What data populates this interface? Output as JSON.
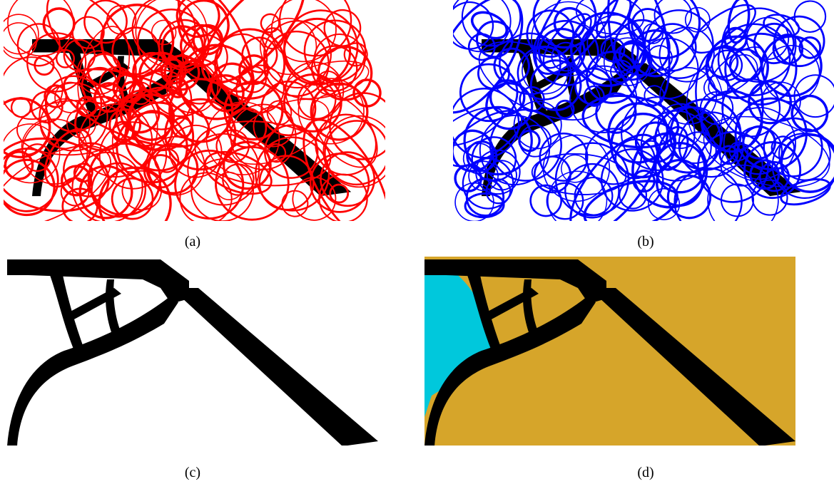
{
  "captions": {
    "a": "(a)",
    "b": "(b)",
    "c": "(c)",
    "d": "(d)"
  },
  "colors": {
    "structure": "#000000",
    "ellipses_a": "#ff0000",
    "ellipses_b": "#0000ff",
    "region_gold": "#d6a52a",
    "region_cyan": "#00c8dc",
    "background": "#ffffff"
  }
}
